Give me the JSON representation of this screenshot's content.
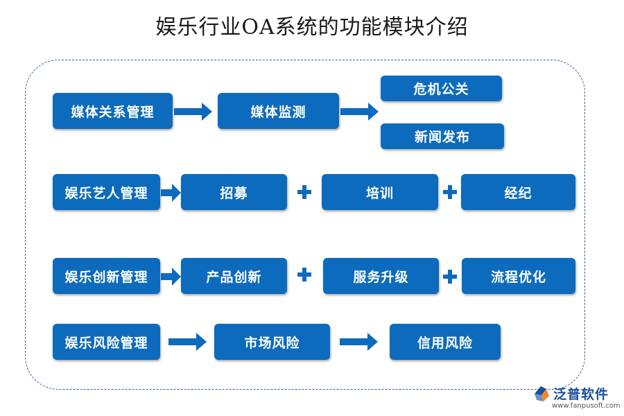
{
  "title": "娱乐行业OA系统的功能模块介绍",
  "rows": [
    {
      "head": "媒体关系管理",
      "items": [
        "媒体监测",
        "危机公关",
        "新闻发布"
      ],
      "connector": "arrow"
    },
    {
      "head": "娱乐艺人管理",
      "items": [
        "招募",
        "培训",
        "经纪"
      ],
      "connector": "plus"
    },
    {
      "head": "娱乐创新管理",
      "items": [
        "产品创新",
        "服务升级",
        "流程优化"
      ],
      "connector": "plus"
    },
    {
      "head": "娱乐风险管理",
      "items": [
        "市场风险",
        "信用风险"
      ],
      "connector": "arrow"
    }
  ],
  "colors": {
    "box": "#0d6bbd",
    "frame": "#2f5f9e",
    "brand": "#1a4f9c",
    "accent": "#f08a24"
  },
  "watermark_icon": "fanpu-logo-icon",
  "logo": {
    "name": "泛普软件",
    "url": "www.fanpusoft.com",
    "icon": "fanpu-logo-icon"
  }
}
